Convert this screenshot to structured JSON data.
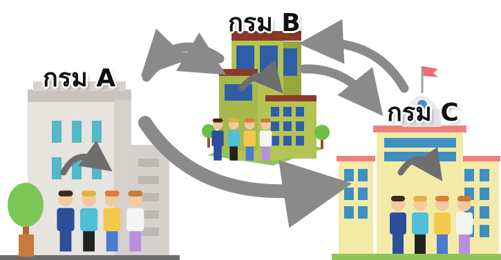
{
  "labels": {
    "a": "กรม A",
    "b": "กรม B",
    "c": "กรม C"
  },
  "icons": {
    "arrows": "curved-arrow-icon",
    "people": "people-group-icon",
    "flag": "flag-icon"
  },
  "colors": {
    "arrow": "#8a8a8a",
    "building_a": "#e4e0dc",
    "building_b": "#a8b84a",
    "building_c": "#f2e9a8",
    "roof_c": "#ef8080",
    "window": "#3f8fc0",
    "tree": "#7cc655"
  }
}
